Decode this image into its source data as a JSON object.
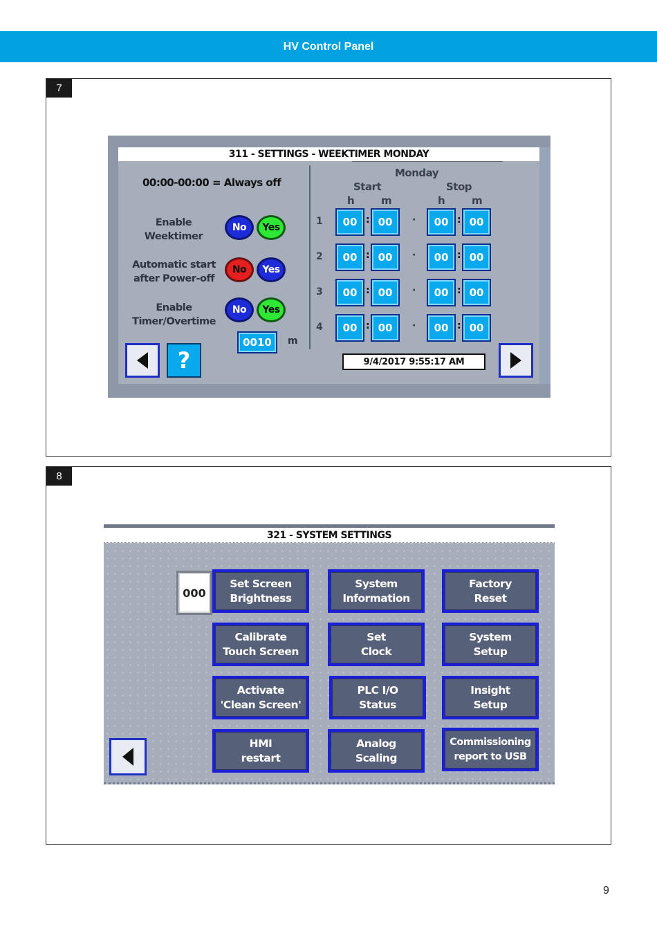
{
  "header": {
    "title": "HV Control Panel"
  },
  "frame7": {
    "number": "7",
    "screen": {
      "title": "311 - SETTINGS - WEEKTIMER MONDAY",
      "legend": "00:00-00:00 = Always off",
      "settings": [
        {
          "label": "Enable\nWeektimer",
          "no": "No",
          "yes": "Yes",
          "selected": "yes"
        },
        {
          "label": "Automatic start\nafter Power-off",
          "no": "No",
          "yes": "Yes",
          "selected": "no"
        },
        {
          "label": "Enable\nTimer/Overtime",
          "no": "No",
          "yes": "Yes",
          "selected": "yes"
        }
      ],
      "overtime_value": "0010",
      "overtime_unit": "m",
      "day": "Monday",
      "start_label": "Start",
      "stop_label": "Stop",
      "h_label": "h",
      "m_label": "m",
      "rows": [
        {
          "num": "1",
          "start_h": "00",
          "start_m": "00",
          "stop_h": "00",
          "stop_m": "00"
        },
        {
          "num": "2",
          "start_h": "00",
          "start_m": "00",
          "stop_h": "00",
          "stop_m": "00"
        },
        {
          "num": "3",
          "start_h": "00",
          "start_m": "00",
          "stop_h": "00",
          "stop_m": "00"
        },
        {
          "num": "4",
          "start_h": "00",
          "start_m": "00",
          "stop_h": "00",
          "stop_m": "00"
        }
      ],
      "colon": ":",
      "separator": "·",
      "datetime": "9/4/2017 9:55:17 AM",
      "help_label": "?"
    }
  },
  "frame8": {
    "number": "8",
    "screen": {
      "title": "321 - SYSTEM SETTINGS",
      "code": "000",
      "buttons": [
        "Set Screen\nBrightness",
        "System\nInformation",
        "Factory\nReset",
        "Calibrate\nTouch Screen",
        "Set\nClock",
        "System\nSetup",
        "Activate\n'Clean Screen'",
        "PLC I/O\nStatus",
        "Insight\nSetup",
        "HMI\nrestart",
        "Analog\nScaling",
        "Commissioning\nreport to USB"
      ]
    }
  },
  "page_number": "9"
}
